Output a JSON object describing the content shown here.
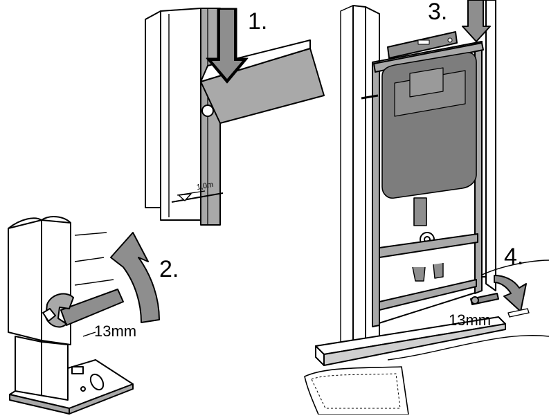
{
  "steps": {
    "s1": "1.",
    "s2": "2.",
    "s3": "3.",
    "s4": "4."
  },
  "wrench_labels": {
    "left": "13mm",
    "right": "13mm"
  },
  "height_mark": "1,0m",
  "colors": {
    "panel": "#a9a9a9",
    "panel_dark": "#8e8e8e",
    "tank": "#7d7d7d",
    "line": "#000000",
    "background": "#ffffff"
  },
  "icons": [
    "down-arrow-icon",
    "curved-arrow-icon",
    "wrench-icon",
    "spirit-level-icon"
  ]
}
